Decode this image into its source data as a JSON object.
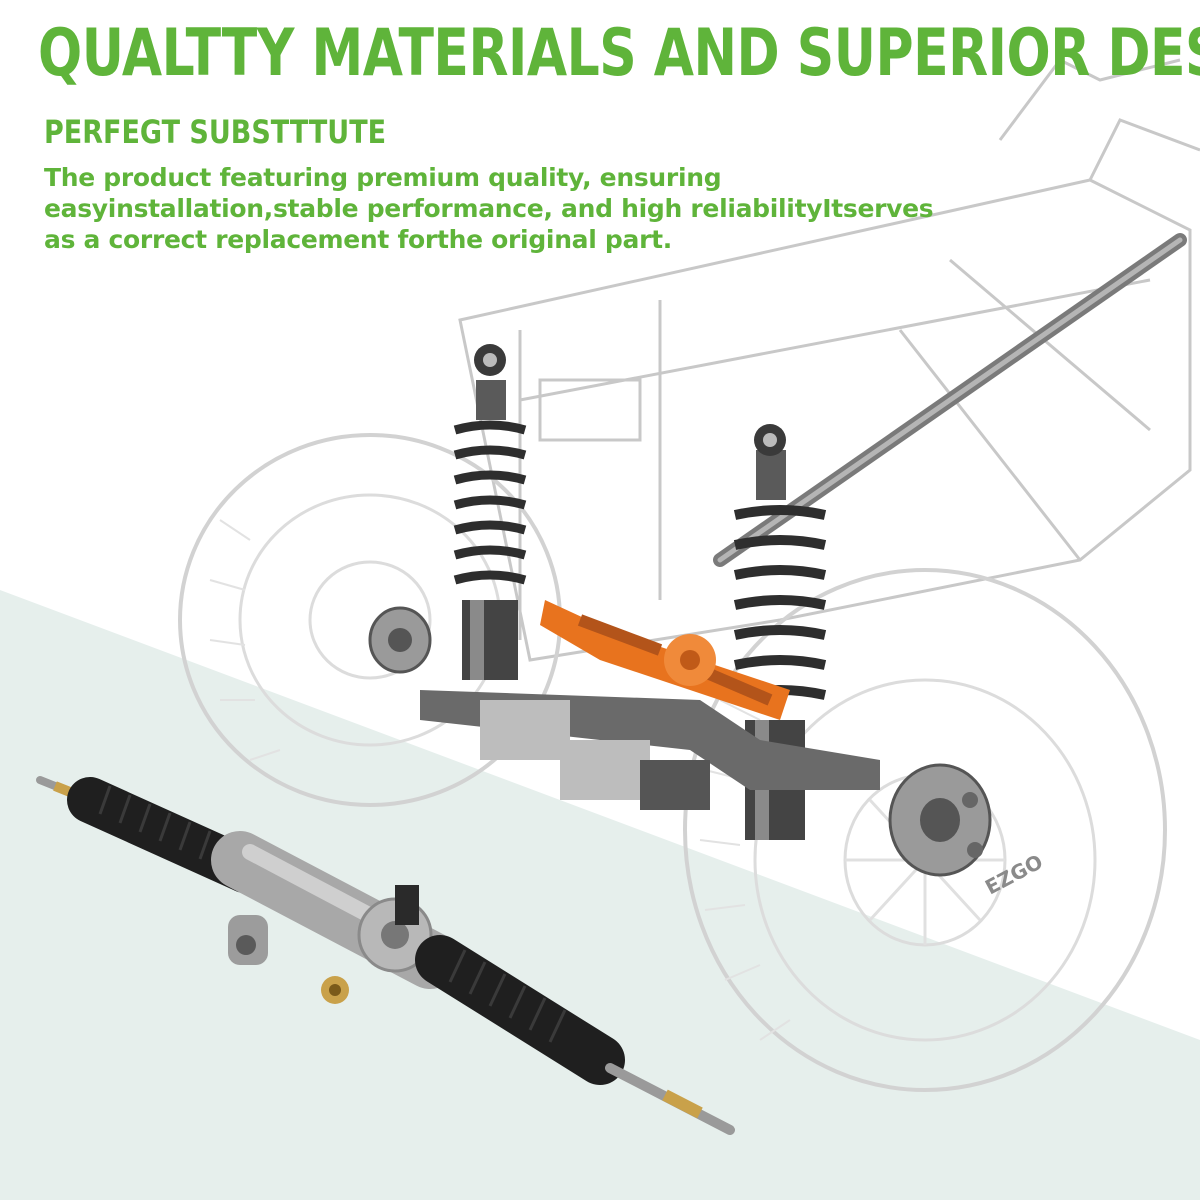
{
  "headline": "QUALTTY MATERIALS AND SUPERIOR DESIGN",
  "subheading": "PERFEGT SUBSTTTUTE",
  "description_lines": [
    "The product featuring premium quality, ensuring",
    "easyinstallation,stable performance, and high reliabilityItserves",
    "as a correct replacement forthe original part."
  ],
  "wheel_brand": "EZGO",
  "colors": {
    "accent_green": "#5fb43a",
    "highlight_orange": "#e8731e",
    "background_wedge": "#e6efec"
  },
  "icons": [
    "steering-rack-product-image",
    "golf-cart-suspension-diagram"
  ]
}
